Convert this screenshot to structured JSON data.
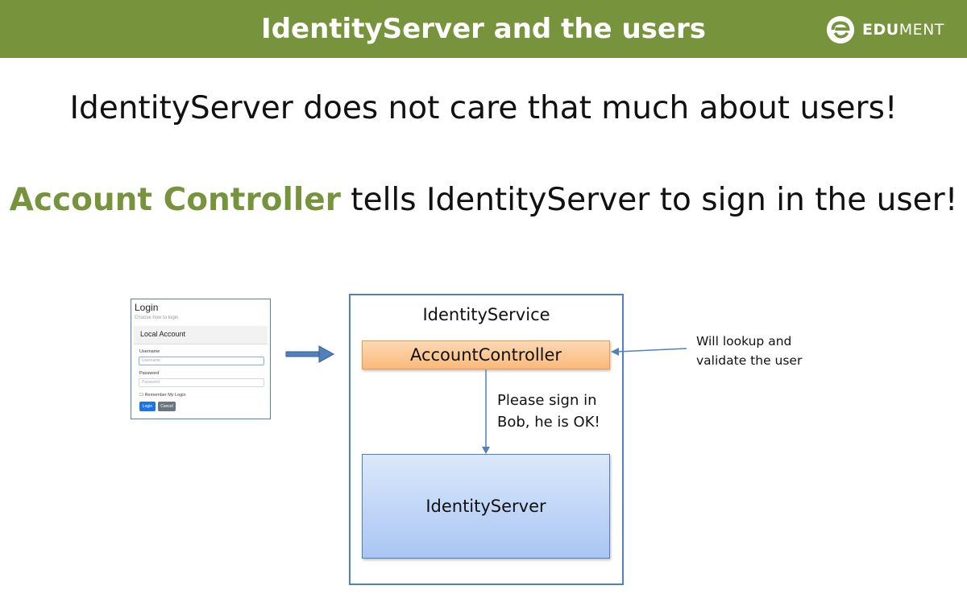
{
  "header": {
    "title": "IdentityServer and the users",
    "logo_strong": "EDU",
    "logo_light": "MENT",
    "background": "#77933c"
  },
  "headline1": "IdentityServer does not care that much about users!",
  "headline2": {
    "highlight": "Account Controller",
    "rest": " tells IdentityServer to sign in the user!",
    "highlight_color": "#77933c"
  },
  "login_card": {
    "title": "Login",
    "subtitle": "Choose how to login",
    "section": "Local Account",
    "username_label": "Username",
    "username_placeholder": "Username",
    "password_label": "Password",
    "password_placeholder": "Password",
    "remember": "☐ Remember My Login",
    "login_button": "Login",
    "cancel_button": "Cancel"
  },
  "diagram": {
    "container_label": "IdentityService",
    "account_controller": "AccountController",
    "identity_server": "IdentityServer",
    "message_line1": "Please sign in",
    "message_line2": "Bob, he is OK!",
    "side_note_line1": "Will lookup and",
    "side_note_line2": "validate the user"
  }
}
